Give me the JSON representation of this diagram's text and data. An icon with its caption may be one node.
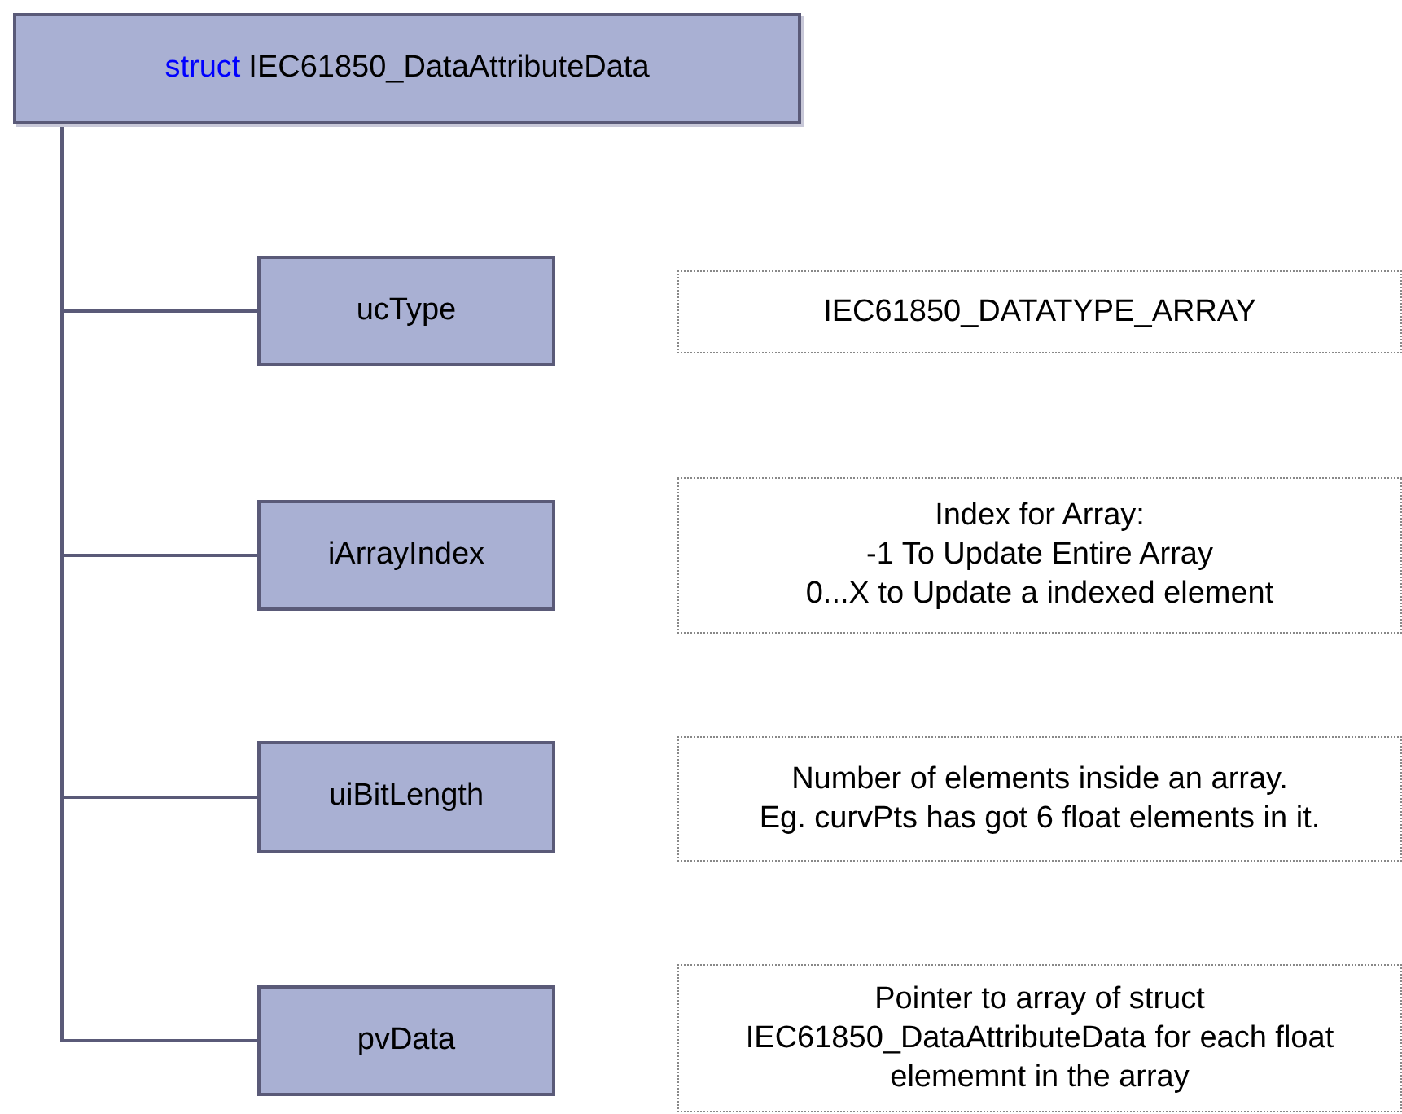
{
  "diagram": {
    "nodes": [
      {
        "text": [
          "struct",
          "IEC61850_DataAttributeData"
        ]
      },
      {
        "text": [
          "ucType"
        ]
      },
      {
        "text": [
          "IEC61850_DATATYPE_ARRAY"
        ]
      },
      {
        "text": [
          "iArrayIndex"
        ]
      },
      {
        "text": [
          "Index for Array:",
          "-1 To Update Entire Array",
          "0...X to Update a indexed element"
        ]
      },
      {
        "text": [
          "uiBitLength"
        ]
      },
      {
        "text": [
          "Number of elements inside an array.",
          "Eg. curvPts has got 6 float elements in it."
        ]
      },
      {
        "text": [
          "pvData"
        ]
      },
      {
        "text": [
          "Pointer to array of struct IEC61850_DataAttributeData for each float elememnt in the array"
        ]
      }
    ],
    "edges": [
      {
        "from": 0,
        "to": 1,
        "arrow": "none"
      },
      {
        "from": 0,
        "to": 3,
        "arrow": "none"
      },
      {
        "from": 0,
        "to": 5,
        "arrow": "none"
      },
      {
        "from": 0,
        "to": 7,
        "arrow": "none"
      }
    ]
  }
}
